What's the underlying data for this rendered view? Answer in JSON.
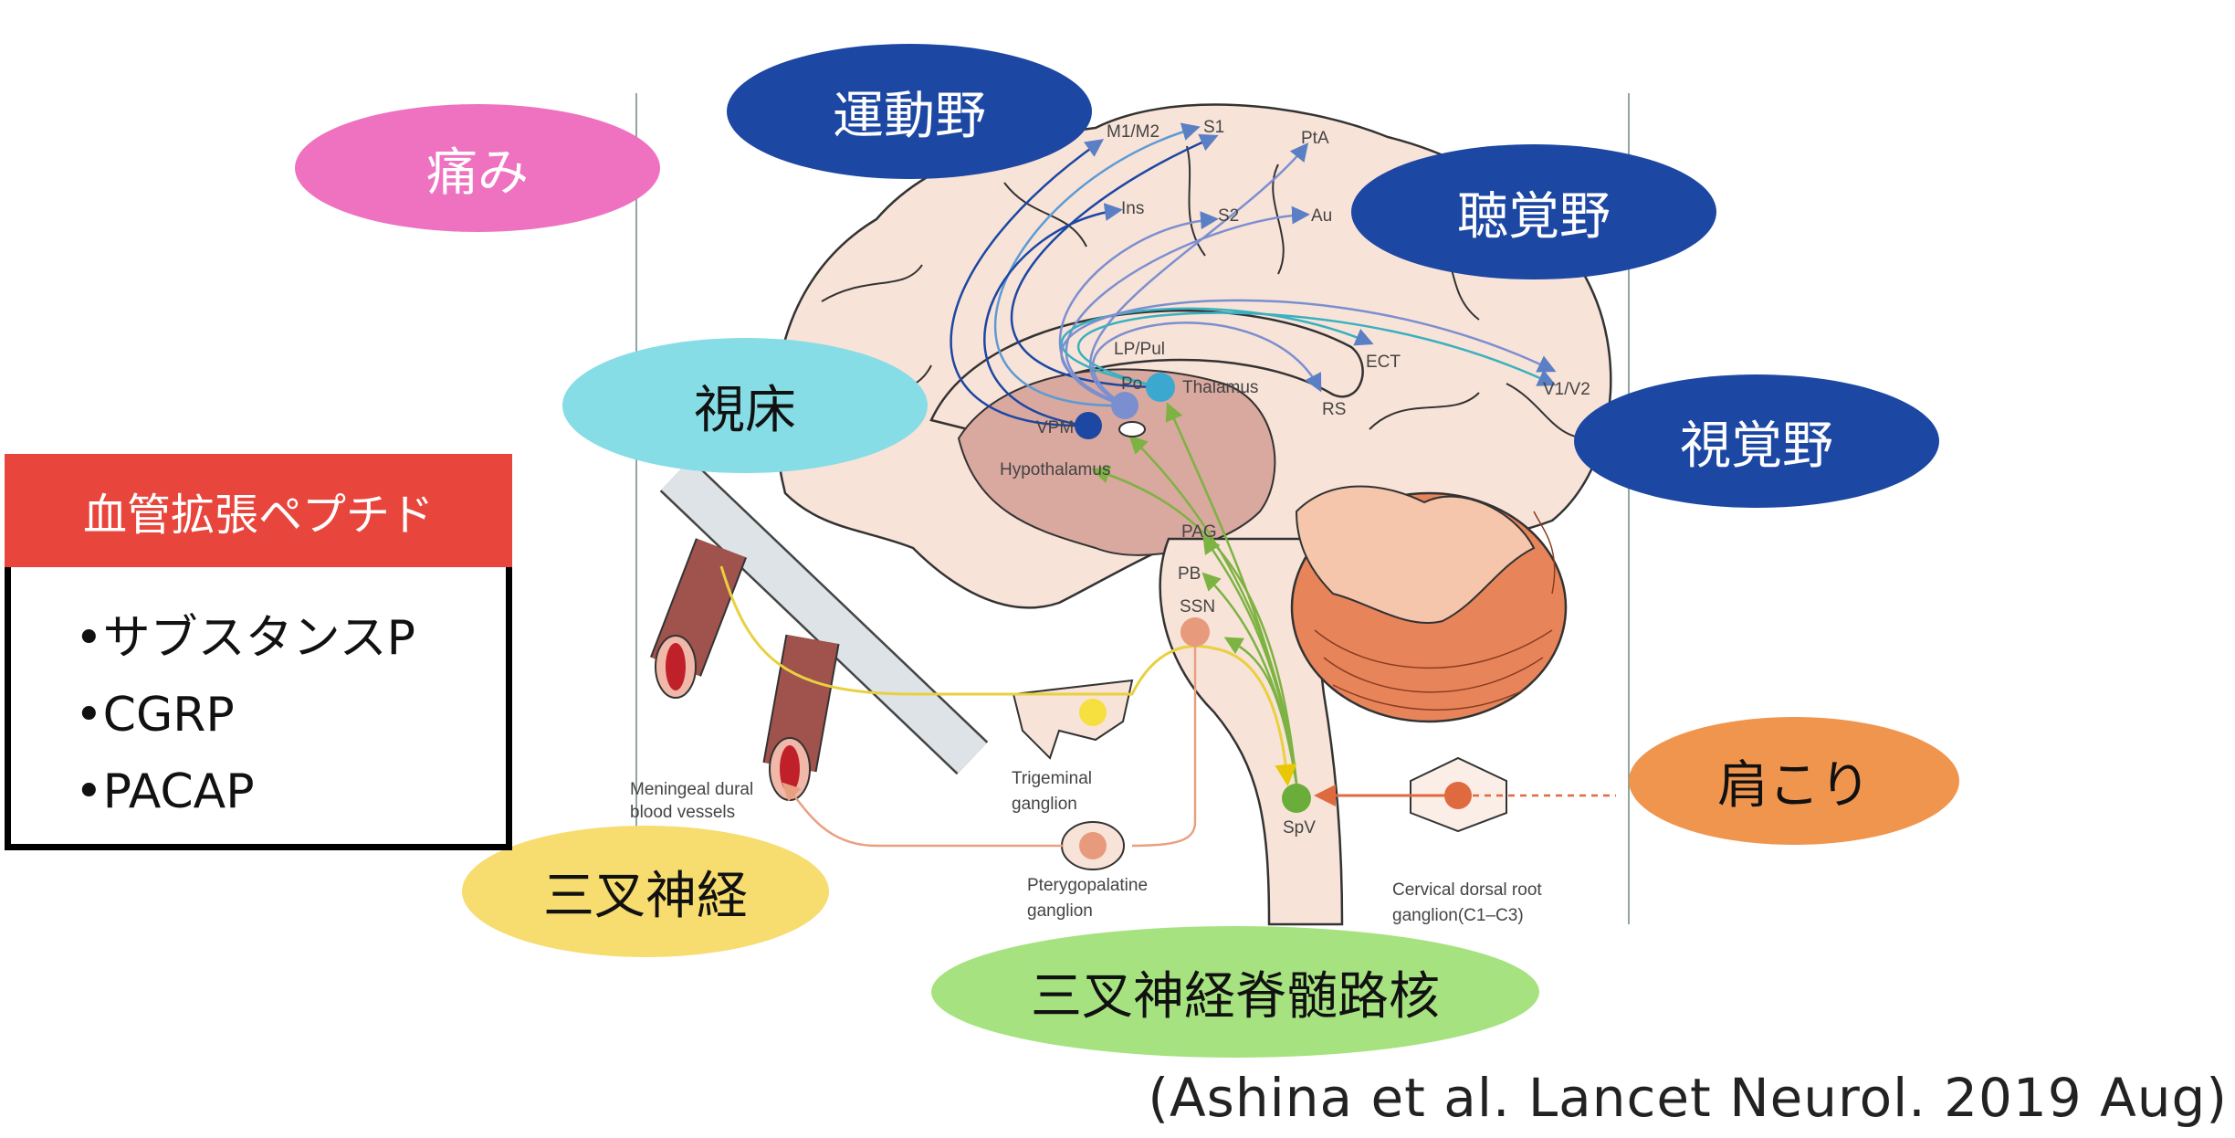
{
  "callouts": {
    "pain": "痛み",
    "motor_cortex": "運動野",
    "auditory_cortex": "聴覚野",
    "thalamus": "視床",
    "visual_cortex": "視覚野",
    "shoulder_stiffness": "肩こり",
    "trigeminal_nerve": "三叉神経",
    "spinal_trigeminal_nucleus": "三叉神経脊髄路核"
  },
  "peptide_box": {
    "title": "血管拡張ペプチド",
    "items": [
      "•サブスタンスP",
      "•CGRP",
      "•PACAP"
    ]
  },
  "brain_labels": {
    "m1m2": "M1/M2",
    "s1": "S1",
    "pta": "PtA",
    "ins": "Ins",
    "s2": "S2",
    "au": "Au",
    "lppul": "LP/Pul",
    "po": "Po",
    "thalamus": "Thalamus",
    "vpm": "VPM",
    "hypothalamus": "Hypothalamus",
    "ect": "ECT",
    "rs": "RS",
    "v1v2": "V1/V2",
    "pag": "PAG",
    "pb": "PB",
    "ssn": "SSN",
    "trigeminal_1": "Trigeminal",
    "trigeminal_2": "ganglion",
    "meningeal_1": "Meningeal dural",
    "meningeal_2": "blood vessels",
    "spv": "SpV",
    "ptery_1": "Pterygopalatine",
    "ptery_2": "ganglion",
    "cervical_1": "Cervical dorsal root",
    "cervical_2": "ganglion(C1–C3)"
  },
  "citation": "(Ashina et al. Lancet Neurol. 2019 Aug)",
  "colors": {
    "pink": "#ee72c0",
    "navy": "#1c47a3",
    "cyan": "#86dde6",
    "orange": "#f0954e",
    "yellow": "#f7dc6f",
    "green": "#a6e27f",
    "red": "#e8463c"
  }
}
